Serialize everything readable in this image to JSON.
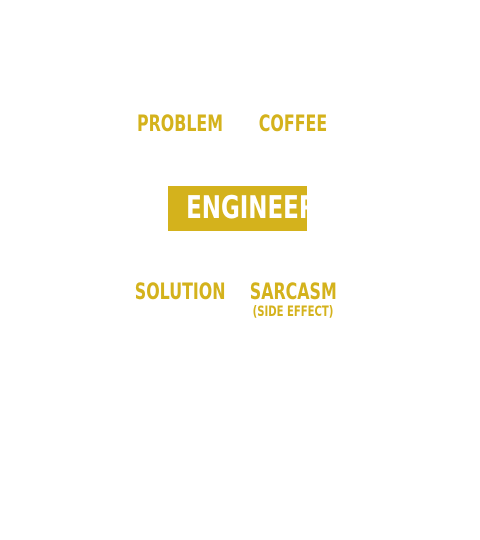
{
  "diagram": {
    "center_label": "ENGINEER",
    "inputs": [
      "PROBLEM",
      "COFFEE"
    ],
    "outputs": [
      "SOLUTION",
      "SARCASM"
    ],
    "output_note": "(SIDE EFFECT)"
  },
  "colors": {
    "accent": "#d4b21c",
    "background": "#ffffff",
    "center_text": "#ffffff"
  }
}
